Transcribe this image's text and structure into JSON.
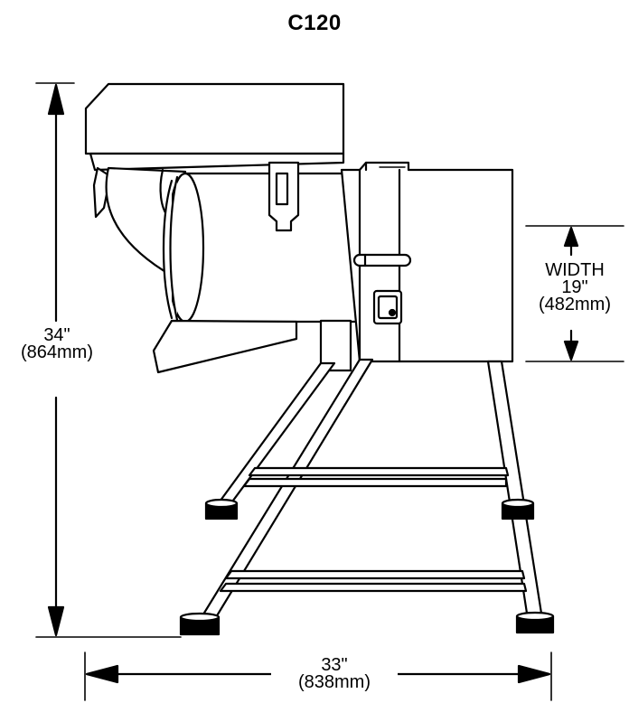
{
  "title": "C120",
  "dimensions": {
    "height": {
      "imperial": "34\"",
      "metric": "(864mm)"
    },
    "width": {
      "label": "WIDTH",
      "imperial": "19\"",
      "metric": "(482mm)"
    },
    "depth": {
      "imperial": "33\"",
      "metric": "(838mm)"
    }
  },
  "colors": {
    "line": "#000000",
    "fill": "#ffffff"
  }
}
